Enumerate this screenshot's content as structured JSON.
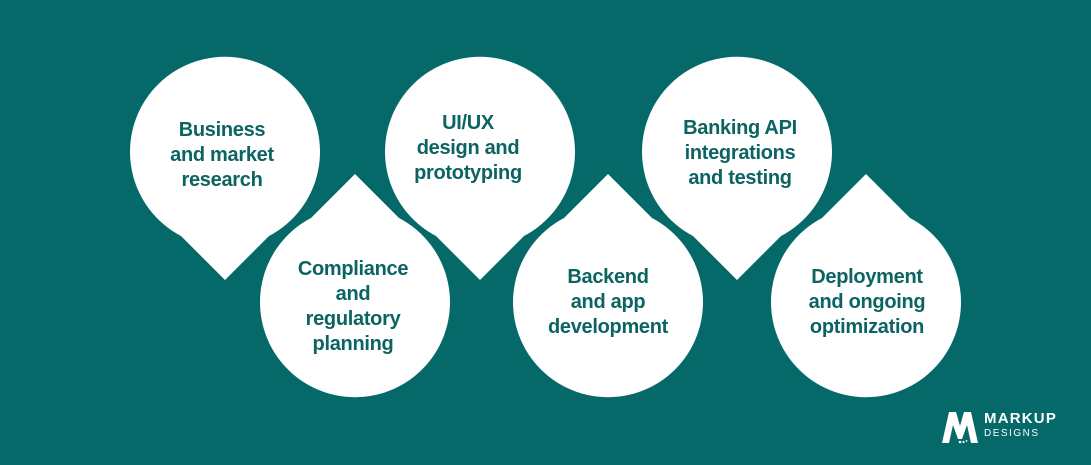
{
  "steps": [
    {
      "label": "Business\nand market\nresearch",
      "pointer": "down"
    },
    {
      "label": "Compliance\nand\nregulatory\nplanning",
      "pointer": "up"
    },
    {
      "label": "UI/UX\ndesign and\nprototyping",
      "pointer": "down"
    },
    {
      "label": "Backend\nand app\ndevelopment",
      "pointer": "up"
    },
    {
      "label": "Banking API\nintegrations\nand testing",
      "pointer": "down"
    },
    {
      "label": "Deployment\nand ongoing\noptimization",
      "pointer": "up"
    }
  ],
  "brand": {
    "name": "MARKUP",
    "sub": "DESIGNS",
    "logo_icon": "markup-m-icon"
  },
  "colors": {
    "background": "#05696a",
    "bubble": "#ffffff",
    "text": "#0b6462"
  }
}
